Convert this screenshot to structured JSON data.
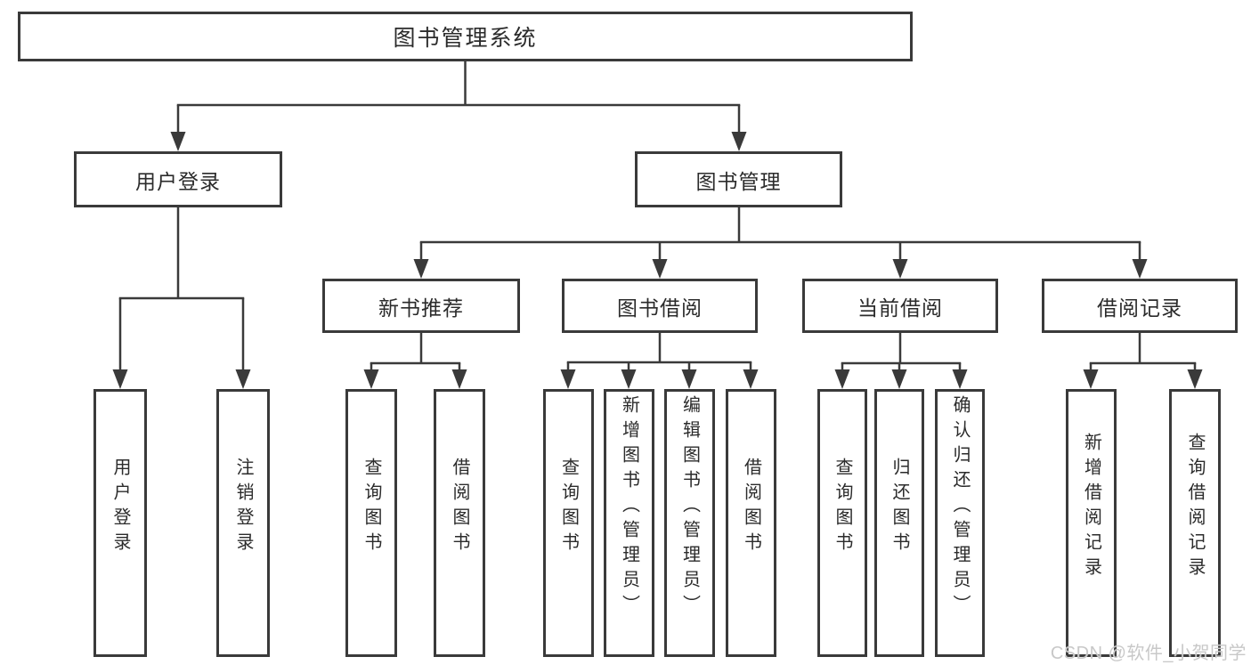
{
  "tree": {
    "root": "图书管理系统",
    "user_login": {
      "label": "用户登录",
      "children": {
        "login": "用户登录",
        "logout": "注销登录"
      }
    },
    "book_mgmt": {
      "label": "图书管理",
      "new_book_rec": {
        "label": "新书推荐",
        "children": {
          "query_book": "查询图书",
          "borrow_book": "借阅图书"
        }
      },
      "book_borrow": {
        "label": "图书借阅",
        "children": {
          "query_book": "查询图书",
          "add_book": "新增图书（管理员）",
          "edit_book": "编辑图书（管理员）",
          "borrow_book": "借阅图书"
        }
      },
      "current_borrow": {
        "label": "当前借阅",
        "children": {
          "query_book": "查询图书",
          "return_book": "归还图书",
          "confirm_return": "确认归还（管理员）"
        }
      },
      "borrow_record": {
        "label": "借阅记录",
        "children": {
          "add_record": "新增借阅记录",
          "query_record": "查询借阅记录"
        }
      }
    }
  },
  "watermark": "CSDN @软件_小贺同学",
  "colors": {
    "line": "#3a3a3a",
    "text": "#2b2b2b",
    "watermark_color": "#c8c8c8"
  }
}
